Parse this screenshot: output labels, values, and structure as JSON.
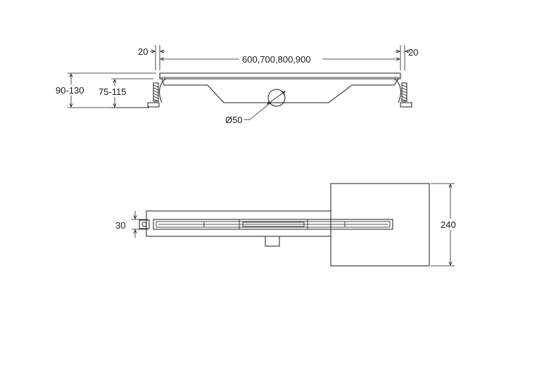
{
  "side_view": {
    "dim_left_gap": "20",
    "dim_length": "600,700,800,900",
    "dim_right_gap": "20",
    "dim_total_height": "90-130",
    "dim_leg_height": "75-115",
    "dim_outlet_diameter": "Ø50"
  },
  "top_view": {
    "dim_width": "30",
    "dim_wall_height": "240"
  }
}
